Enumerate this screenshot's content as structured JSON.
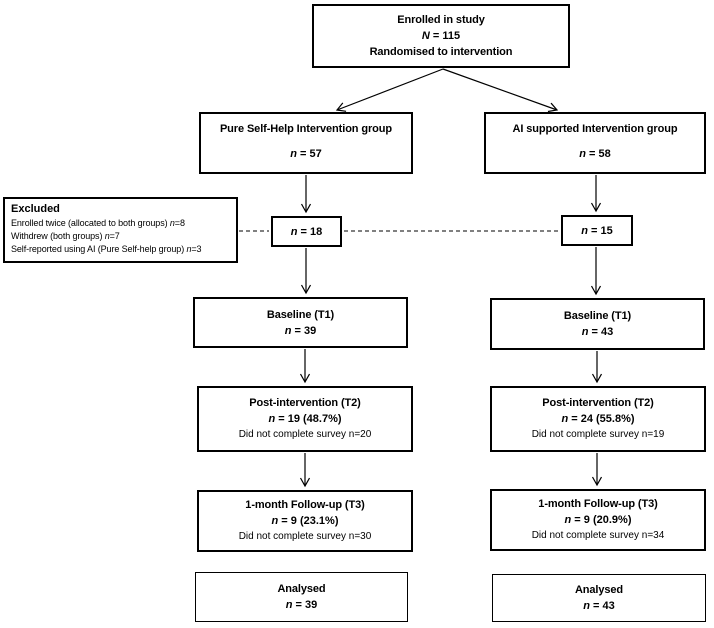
{
  "diagram_title": "Study enrolment flow diagram",
  "colors": {
    "box_border": "#000000",
    "background": "#ffffff",
    "text": "#000000"
  },
  "enrolled": {
    "line1": "Enrolled in study",
    "line2": "*N* = 115",
    "line3": "Randomised to intervention"
  },
  "group_left": {
    "line1": "Pure Self-Help Intervention group",
    "line2": "*n* = 57"
  },
  "group_right": {
    "line1": "AI supported Intervention group",
    "line2": "*n* = 58"
  },
  "excluded": {
    "title": "Excluded",
    "items": [
      "Enrolled twice (allocated to both groups) *n*=8",
      "Withdrew (both groups) *n*=7",
      "Self-reported using AI (Pure Self-help group) *n*=3"
    ]
  },
  "excluded_n_left": "*n* = 18",
  "excluded_n_right": "*n* = 15",
  "baseline_left": {
    "line1": "Baseline (T1)",
    "line2": "*n* = 39"
  },
  "baseline_right": {
    "line1": "Baseline (T1)",
    "line2": "*n* = 43"
  },
  "post_left": {
    "line1": "Post-intervention (T2)",
    "line2": "*n* = 19 (48.7%)",
    "line3": "Did not complete survey n=20"
  },
  "post_right": {
    "line1": "Post-intervention (T2)",
    "line2": "*n* = 24 (55.8%)",
    "line3": "Did not complete survey n=19"
  },
  "followup_left": {
    "line1": "1-month Follow-up (T3)",
    "line2": "*n* = 9 (23.1%)",
    "line3": "Did not complete survey n=30"
  },
  "followup_right": {
    "line1": "1-month Follow-up (T3)",
    "line2": "*n* = 9 (20.9%)",
    "line3": "Did not complete survey n=34"
  },
  "analysed_left": {
    "line1": "Analysed",
    "line2": "*n* = 39"
  },
  "analysed_right": {
    "line1": "Analysed",
    "line2": "*n* = 43"
  }
}
